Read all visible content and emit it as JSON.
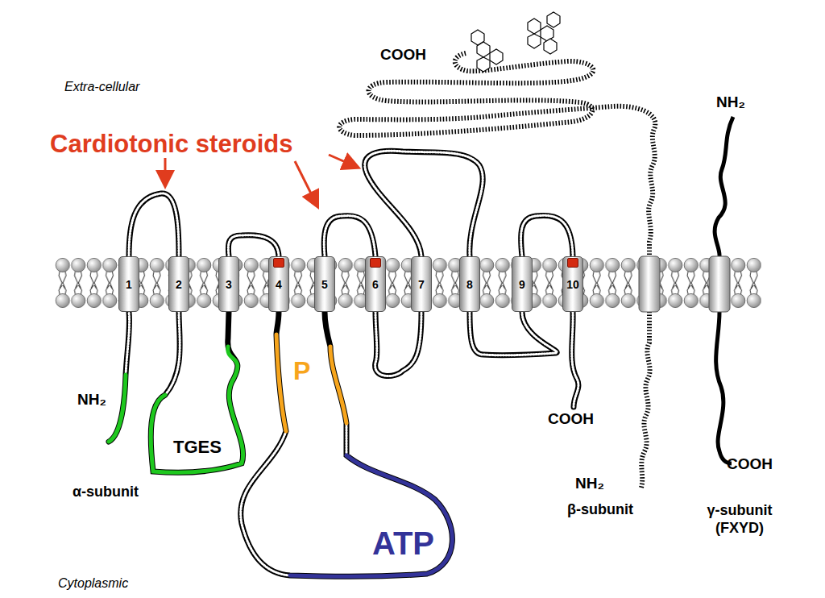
{
  "diagram": {
    "nodes": [
      {
        "text": [
          "1"
        ]
      },
      {
        "text": [
          "2"
        ]
      },
      {
        "text": [
          "3"
        ]
      },
      {
        "text": [
          "4"
        ]
      },
      {
        "text": [
          "5"
        ]
      },
      {
        "text": [
          "6"
        ]
      },
      {
        "text": [
          "7"
        ]
      },
      {
        "text": [
          "8"
        ]
      },
      {
        "text": [
          "9"
        ]
      },
      {
        "text": [
          "10"
        ]
      }
    ],
    "labels": [
      "COOH",
      "Extra-cellular",
      "NH₂",
      "Cardiotonic steroids",
      "NH₂",
      "P",
      "TGES",
      "COOH",
      "COOH",
      "NH₂",
      "α-subunit",
      "β-subunit",
      "γ-subunit (FXYD)",
      "ATP",
      "Cytoplasmic"
    ]
  }
}
